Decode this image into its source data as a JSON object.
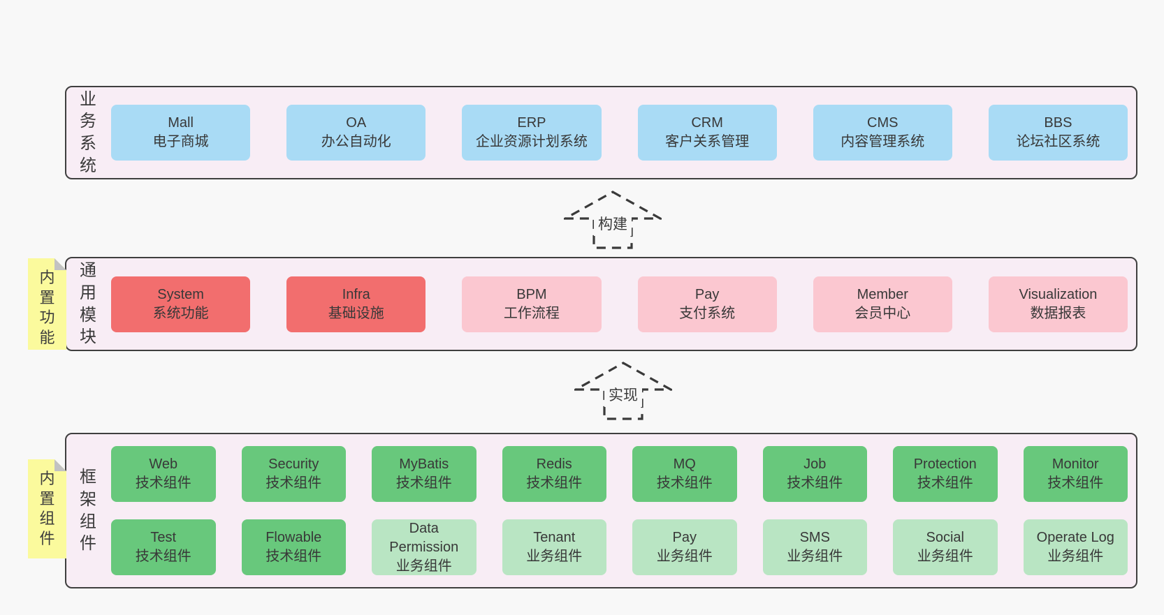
{
  "page": {
    "background": "#f8f8f8"
  },
  "colors": {
    "blue": "#a9dbf5",
    "red": "#f26e6e",
    "pink": "#fbc7d0",
    "green_dark": "#68c87c",
    "green_light": "#b9e5c3",
    "layer_bg": "#f8edf5",
    "layer_border": "#3f3f3f",
    "sticky_yellow": "#fbfa9d",
    "sticky_fold_gray": "#c2c2c2",
    "text": "#3a3a3a"
  },
  "arrows": [
    {
      "label": "构建"
    },
    {
      "label": "实现"
    }
  ],
  "layers": [
    {
      "id": "business",
      "label": "业务系统",
      "rows": [
        [
          {
            "name": "Mall",
            "desc": "电子商城",
            "type": "blue"
          },
          {
            "name": "OA",
            "desc": "办公自动化",
            "type": "blue"
          },
          {
            "name": "ERP",
            "desc": "企业资源计划系统",
            "type": "blue"
          },
          {
            "name": "CRM",
            "desc": "客户关系管理",
            "type": "blue"
          },
          {
            "name": "CMS",
            "desc": "内容管理系统",
            "type": "blue"
          },
          {
            "name": "BBS",
            "desc": "论坛社区系统",
            "type": "blue"
          }
        ]
      ]
    },
    {
      "id": "modules",
      "label": "通用模块",
      "tag": "内置功能",
      "rows": [
        [
          {
            "name": "System",
            "desc": "系统功能",
            "type": "red"
          },
          {
            "name": "Infra",
            "desc": "基础设施",
            "type": "red"
          },
          {
            "name": "BPM",
            "desc": "工作流程",
            "type": "pink"
          },
          {
            "name": "Pay",
            "desc": "支付系统",
            "type": "pink"
          },
          {
            "name": "Member",
            "desc": "会员中心",
            "type": "pink"
          },
          {
            "name": "Visualization",
            "desc": "数据报表",
            "type": "pink"
          }
        ]
      ]
    },
    {
      "id": "framework",
      "label": "框架组件",
      "tag": "内置组件",
      "rows": [
        [
          {
            "name": "Web",
            "desc": "技术组件",
            "type": "green_dark"
          },
          {
            "name": "Security",
            "desc": "技术组件",
            "type": "green_dark"
          },
          {
            "name": "MyBatis",
            "desc": "技术组件",
            "type": "green_dark"
          },
          {
            "name": "Redis",
            "desc": "技术组件",
            "type": "green_dark"
          },
          {
            "name": "MQ",
            "desc": "技术组件",
            "type": "green_dark"
          },
          {
            "name": "Job",
            "desc": "技术组件",
            "type": "green_dark"
          },
          {
            "name": "Protection",
            "desc": "技术组件",
            "type": "green_dark"
          },
          {
            "name": "Monitor",
            "desc": "技术组件",
            "type": "green_dark"
          }
        ],
        [
          {
            "name": "Test",
            "desc": "技术组件",
            "type": "green_dark"
          },
          {
            "name": "Flowable",
            "desc": "技术组件",
            "type": "green_dark"
          },
          {
            "name": "Data Permission",
            "desc": "业务组件",
            "type": "green_light"
          },
          {
            "name": "Tenant",
            "desc": "业务组件",
            "type": "green_light"
          },
          {
            "name": "Pay",
            "desc": "业务组件",
            "type": "green_light"
          },
          {
            "name": "SMS",
            "desc": "业务组件",
            "type": "green_light"
          },
          {
            "name": "Social",
            "desc": "业务组件",
            "type": "green_light"
          },
          {
            "name": "Operate Log",
            "desc": "业务组件",
            "type": "green_light"
          }
        ]
      ]
    }
  ]
}
